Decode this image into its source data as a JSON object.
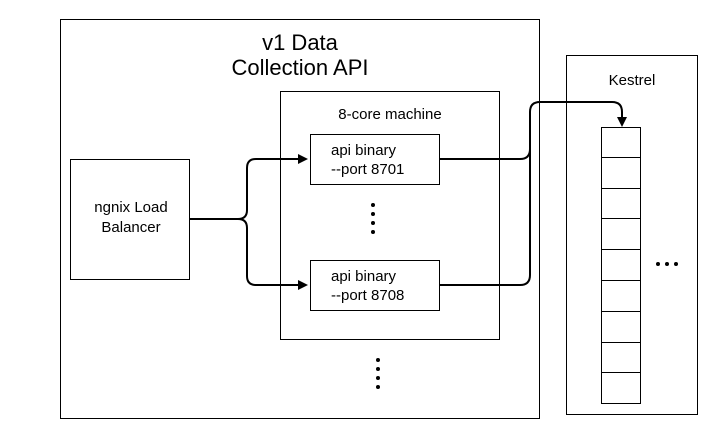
{
  "title": {
    "line1": "v1 Data",
    "line2": "Collection API"
  },
  "load_balancer": {
    "line1": "ngnix Load",
    "line2": "Balancer"
  },
  "machine": {
    "label": "8-core machine"
  },
  "api_instances": [
    {
      "line1": "api binary",
      "line2": "--port 8701"
    },
    {
      "line1": "api binary",
      "line2": "--port 8708"
    }
  ],
  "kestrel": {
    "label": "Kestrel",
    "queue_cells": 9
  },
  "colors": {
    "stroke": "#000000",
    "background": "#ffffff"
  }
}
